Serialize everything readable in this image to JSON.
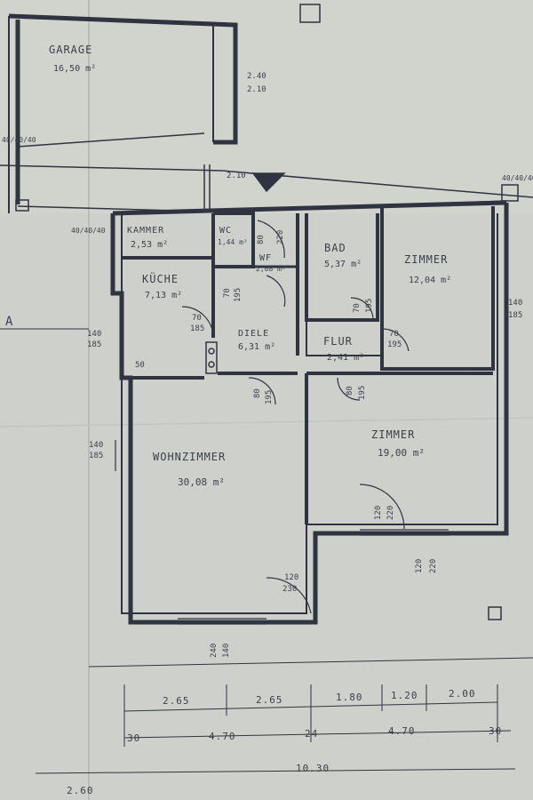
{
  "rooms": {
    "garage": {
      "name": "GARAGE",
      "area": "16,50 m²"
    },
    "kammer": {
      "name": "KAMMER",
      "area": "2,53 m²"
    },
    "wc": {
      "name": "WC",
      "area": "1,44 m²"
    },
    "wf": {
      "name": "WF",
      "area": "2,08 m²"
    },
    "bad": {
      "name": "BAD",
      "area": "5,37 m²"
    },
    "zimmer1": {
      "name": "ZIMMER",
      "area": "12,04 m²"
    },
    "kueche": {
      "name": "KÜCHE",
      "area": "7,13 m²"
    },
    "diele": {
      "name": "DIELE",
      "area": "6,31 m²"
    },
    "flur": {
      "name": "FLUR",
      "area": "2,41 m²"
    },
    "wohnzimmer": {
      "name": "WOHNZIMMER",
      "area": "30,08 m²"
    },
    "zimmer2": {
      "name": "ZIMMER",
      "area": "19,00 m²"
    }
  },
  "openings": {
    "garage_240": "2.40",
    "garage_210": "2.10",
    "tor": "2.10",
    "wc_80": "80",
    "wc_220": "220",
    "diele_70": "70",
    "diele_195": "195",
    "kueche_70": "70",
    "kueche_185": "185",
    "bad_70": "70",
    "bad_195": "195",
    "flur_70": "70",
    "flur_195": "195",
    "w2_80": "80",
    "w2_195": "195",
    "wohn_120": "120",
    "wohn_230": "230",
    "zim2_120": "120",
    "zim2_220": "220",
    "right_140": "140",
    "right_185": "185",
    "left_140": "140",
    "left_185": "185",
    "left2_140": "140",
    "left2_185": "185",
    "front_240": "240",
    "front_140": "140",
    "bot_120": "120",
    "bot_220": "220",
    "side_50": "50"
  },
  "dimensions": {
    "row1": [
      "2.65",
      "2.65",
      "1.80",
      "1.20",
      "2.00"
    ],
    "row2": [
      "30",
      "4.70",
      "24",
      "4.70",
      "30"
    ],
    "total": "10.30",
    "extra": "2.60",
    "section_mark": "A",
    "grid_a": "40/40/40",
    "grid_b": "40/40/40",
    "grid_c": "40/40/40"
  }
}
